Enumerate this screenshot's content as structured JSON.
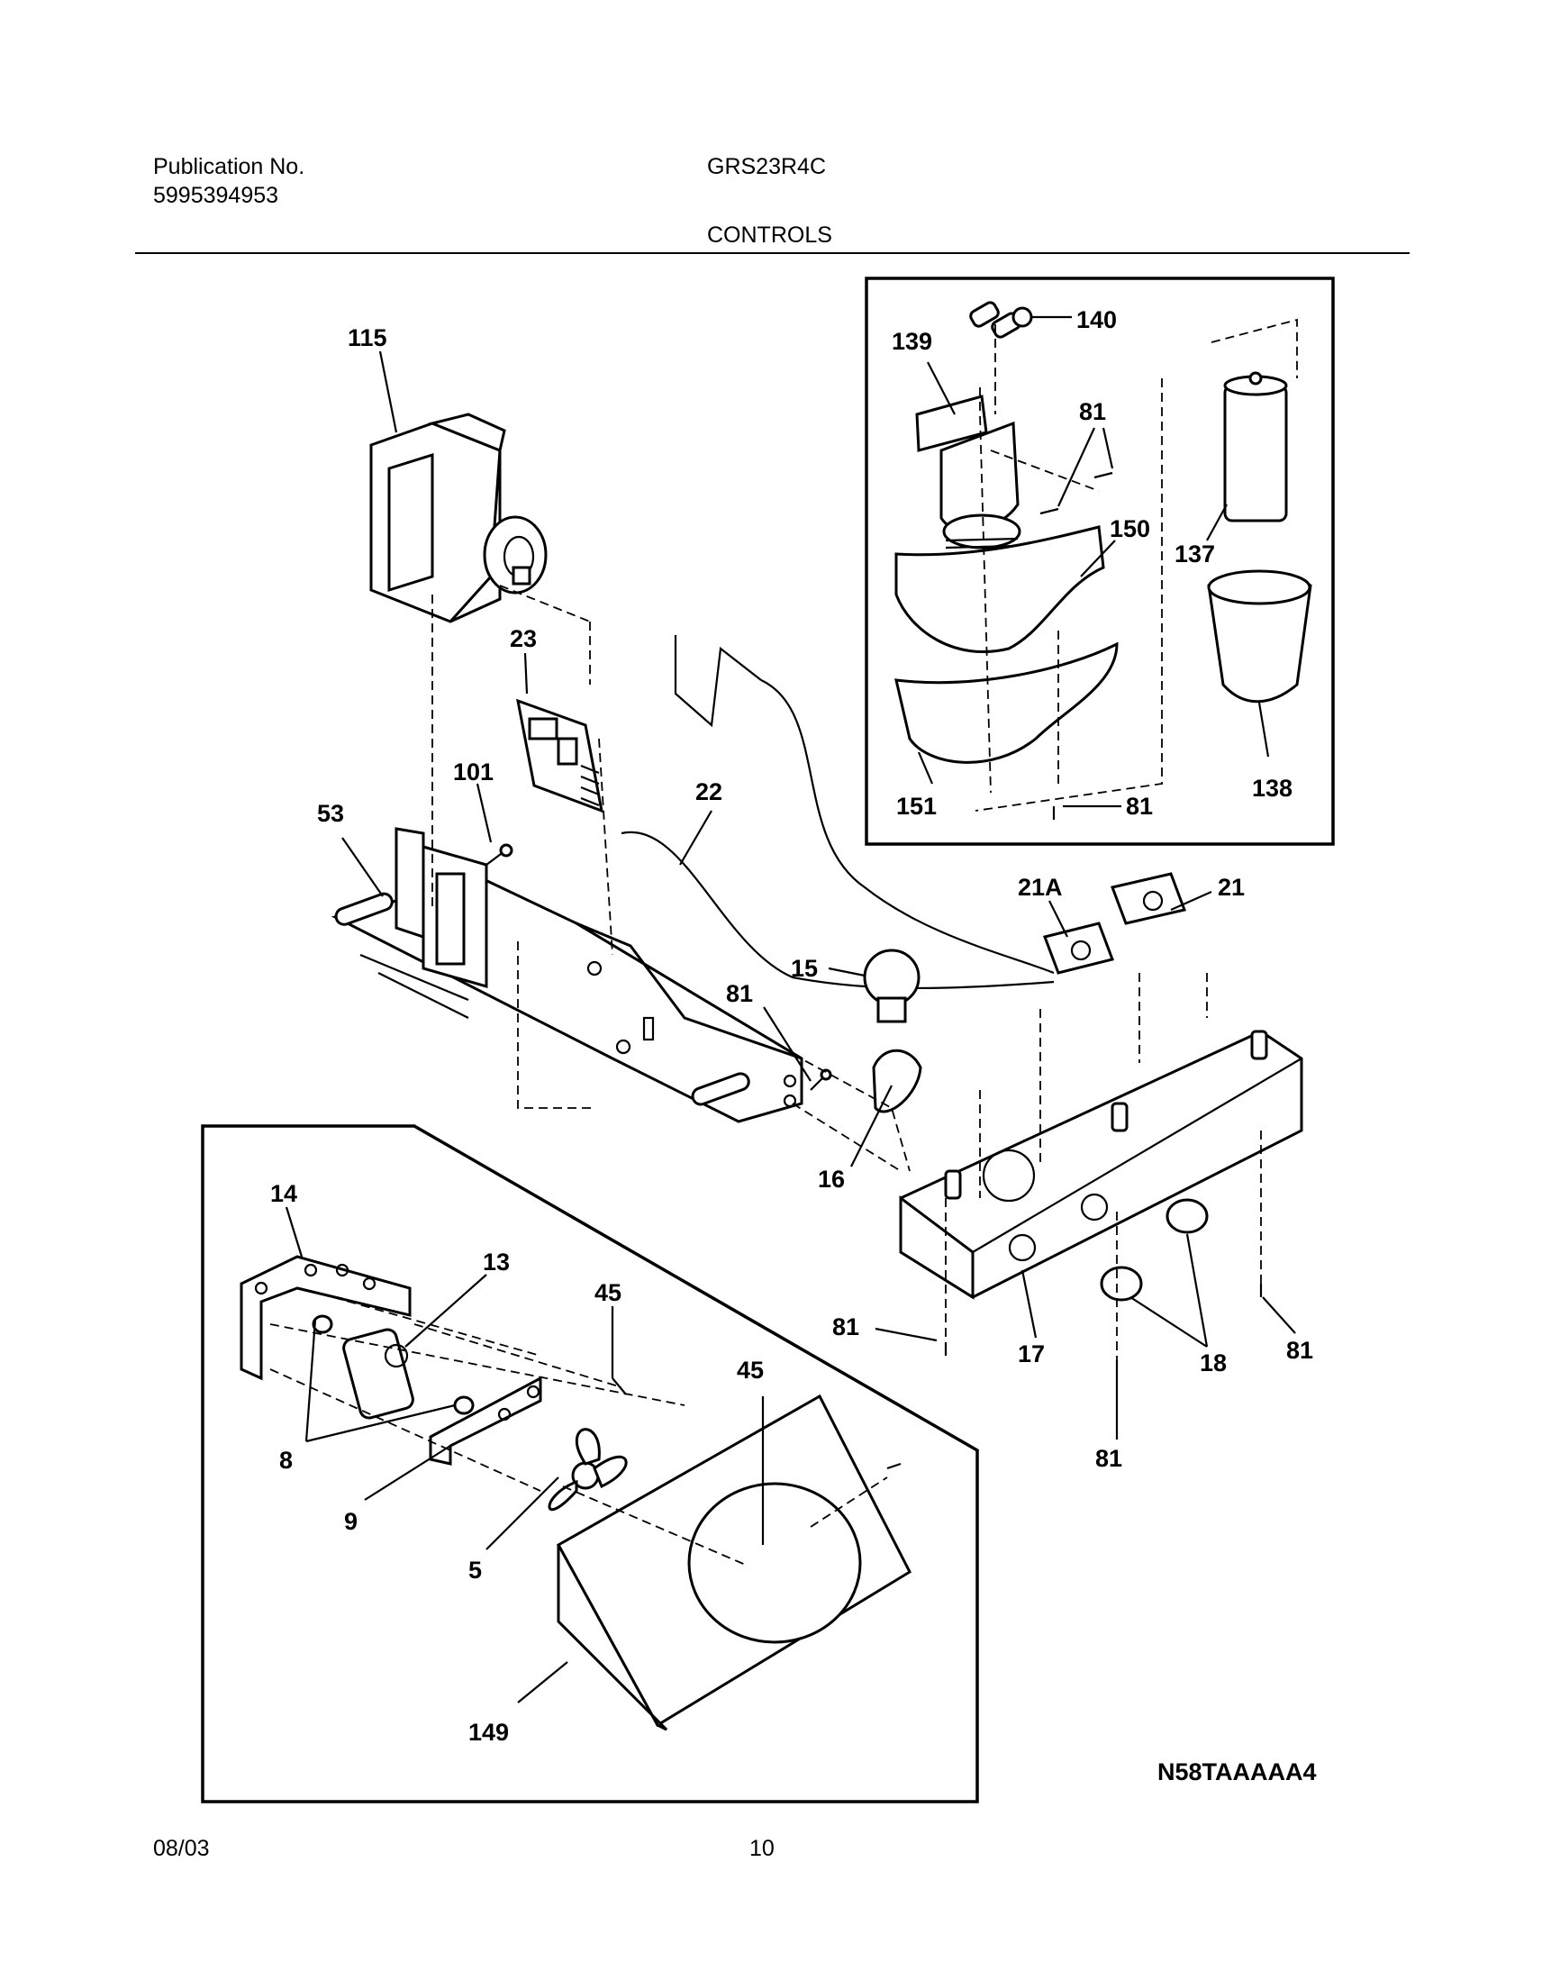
{
  "header": {
    "publication_label": "Publication No.",
    "publication_number": "5995394953",
    "model": "GRS23R4C",
    "section_title": "CONTROLS"
  },
  "callouts": {
    "c115": "115",
    "c23": "23",
    "c101": "101",
    "c53": "53",
    "c22": "22",
    "c139": "139",
    "c140": "140",
    "c81a": "81",
    "c150": "150",
    "c137": "137",
    "c138": "138",
    "c151": "151",
    "c81b": "81",
    "c21a": "21A",
    "c21": "21",
    "c15": "15",
    "c81c": "81",
    "c16": "16",
    "c14": "14",
    "c13": "13",
    "c45a": "45",
    "c45b": "45",
    "c8": "8",
    "c9": "9",
    "c5": "5",
    "c149": "149",
    "c81d": "81",
    "c17": "17",
    "c18": "18",
    "c81e": "81",
    "c81f": "81"
  },
  "diagram_code": "N58TAAAAA4",
  "footer": {
    "date": "08/03",
    "page": "10"
  }
}
